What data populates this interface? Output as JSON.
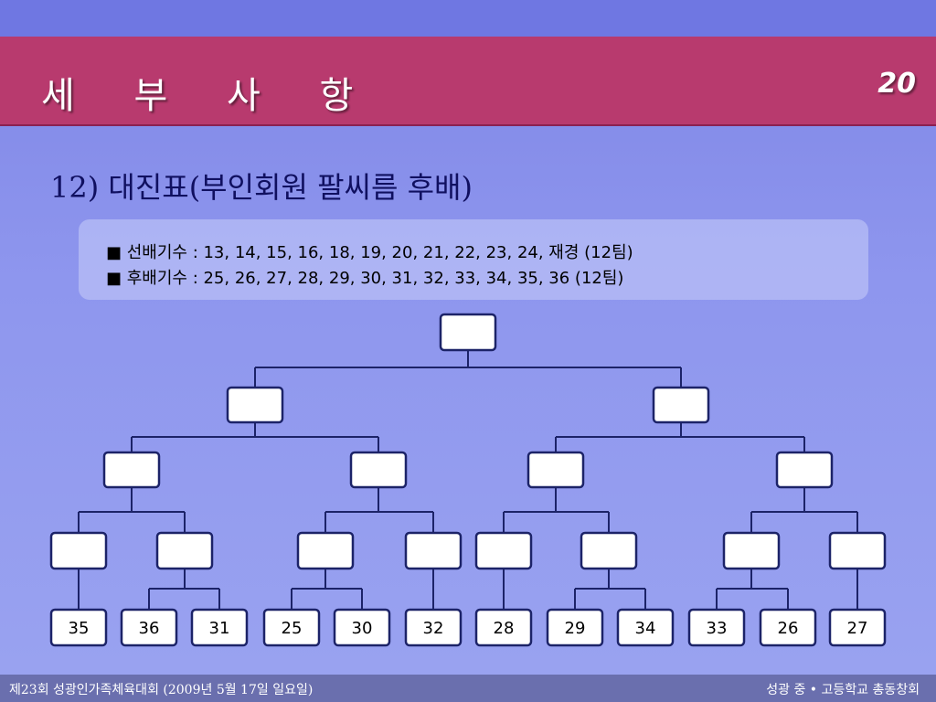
{
  "header": {
    "title": "세 부 사 항",
    "page_number": "20"
  },
  "subtitle": "12) 대진표(부인회원 팔씨름 후배)",
  "info": {
    "line1": "■ 선배기수 : 13, 14, 15, 16, 18, 19, 20, 21, 22, 23, 24, 재경 (12팀)",
    "line2": "■ 후배기수 : 25, 26, 27, 28, 29, 30, 31, 32, 33, 34, 35, 36 (12팀)"
  },
  "bracket": {
    "teams": [
      "35",
      "36",
      "31",
      "25",
      "30",
      "32",
      "28",
      "29",
      "34",
      "33",
      "26",
      "27"
    ]
  },
  "footer": {
    "left": "제23회 성광인가족체육대회 (2009년 5월 17일 일요일)",
    "right": "성광 중 • 고등학교 총동창회"
  }
}
